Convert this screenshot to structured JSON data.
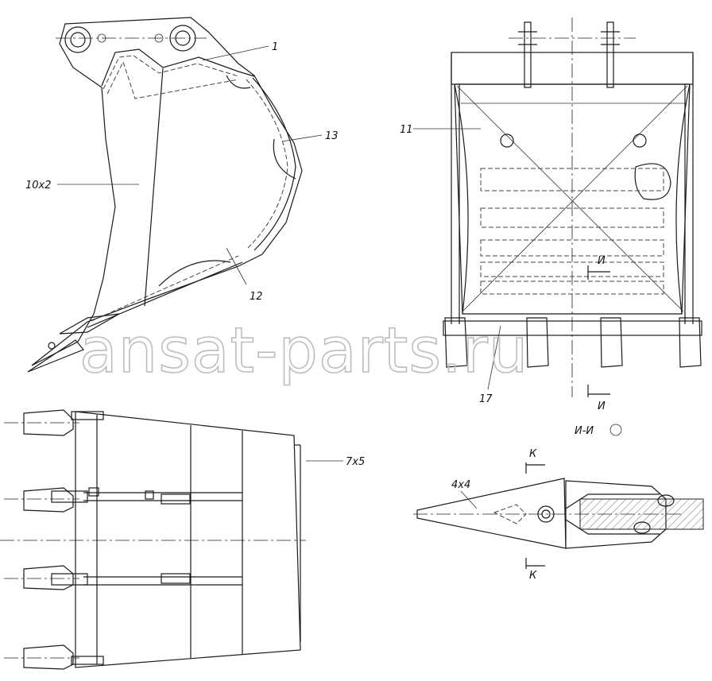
{
  "labels": {
    "part1": "1",
    "part10": "10x2",
    "part13": "13",
    "part12": "12",
    "part11": "11",
    "part17": "17",
    "part7": "7x5",
    "part4": "4x4",
    "sectionI_top": "И",
    "sectionI_bottom": "И",
    "sectionII": "И-И",
    "sectionK_top": "К",
    "sectionK_bottom": "К"
  },
  "watermark": "ansat-parts.ru"
}
